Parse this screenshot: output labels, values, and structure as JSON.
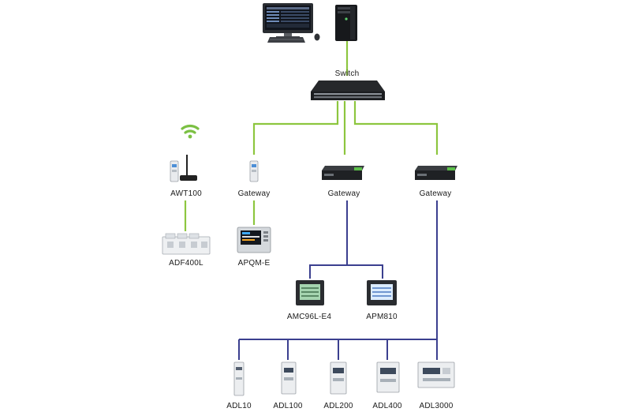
{
  "labels": {
    "switch": "Switch",
    "awt100": "AWT100",
    "gateway_1": "Gateway",
    "gateway_2": "Gateway",
    "gateway_3": "Gateway",
    "adf400l": "ADF400L",
    "apqm_e": "APQM-E",
    "amc96l_e4": "AMC96L-E4",
    "apm810": "APM810",
    "adl10": "ADL10",
    "adl100": "ADL100",
    "adl200": "ADL200",
    "adl400": "ADL400",
    "adl3000": "ADL3000"
  },
  "colors": {
    "ethernet_link": "#8dc63f",
    "rs485_link": "#3b3f8f",
    "wireless_icon": "#7bc043",
    "device_dark": "#2b2b2b",
    "device_light": "#e9ebee"
  },
  "icons": [
    "workstation-monitor-icon",
    "keyboard-icon",
    "mouse-icon",
    "server-tower-icon",
    "network-switch-icon",
    "wifi-signal-icon"
  ]
}
